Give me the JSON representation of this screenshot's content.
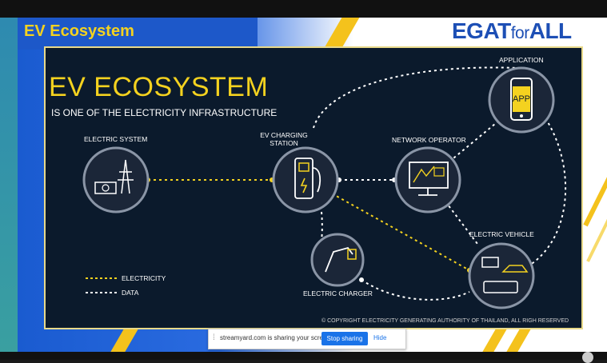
{
  "header": {
    "title": "EV Ecosystem",
    "logo_main": "EGAT",
    "logo_for": "for",
    "logo_all": "ALL"
  },
  "slide": {
    "title": "EV ECOSYSTEM",
    "subtitle": "IS ONE OF THE ELECTRICITY INFRASTRUCTURE",
    "nodes": {
      "electric_system": "ELECTRIC SYSTEM",
      "ev_charging_station_1": "EV CHARGING",
      "ev_charging_station_2": "STATION",
      "network_operator": "NETWORK OPERATOR",
      "application": "APPLICATION",
      "app_label": "APP",
      "electric_vehicle": "ELECTRIC VEHICLE",
      "electric_charger": "ELECTRIC CHARGER"
    },
    "legend": {
      "electricity": "ELECTRICITY",
      "data": "DATA"
    },
    "copyright": "© COPYRIGHT ELECTRICITY GENERATING AUTHORITY OF THAILAND, ALL RIGH RESERVED",
    "colors": {
      "background": "#0b1a2c",
      "accent_yellow": "#f4d21f",
      "data_line": "#ffffff"
    }
  },
  "sharebar": {
    "message": "streamyard.com is sharing your screen.",
    "stop_label": "Stop sharing",
    "hide_label": "Hide"
  }
}
